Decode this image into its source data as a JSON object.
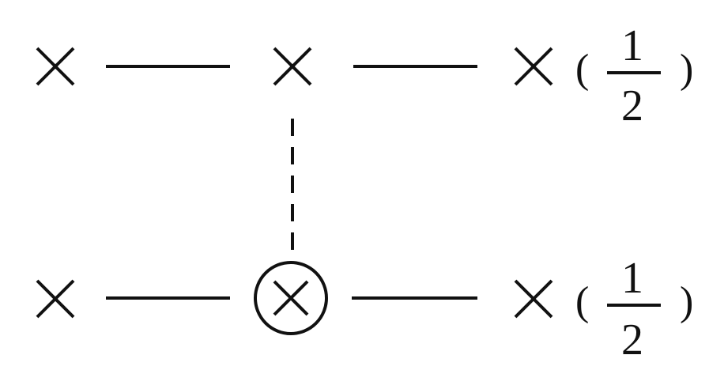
{
  "diagram": {
    "stroke_color": "#111111",
    "background": "#ffffff",
    "rows": [
      {
        "id": "top",
        "nodes": [
          {
            "id": "top-left",
            "symbol": "cross"
          },
          {
            "id": "top-middle",
            "symbol": "cross"
          },
          {
            "id": "top-right",
            "symbol": "cross"
          }
        ],
        "label": {
          "open": "(",
          "numerator": "1",
          "denominator": "2",
          "close": ")"
        }
      },
      {
        "id": "bottom",
        "nodes": [
          {
            "id": "bottom-left",
            "symbol": "cross"
          },
          {
            "id": "bottom-middle",
            "symbol": "circled-cross"
          },
          {
            "id": "bottom-right",
            "symbol": "cross"
          }
        ],
        "label": {
          "open": "(",
          "numerator": "1",
          "denominator": "2",
          "close": ")"
        }
      }
    ],
    "connections": [
      {
        "from": "top-left",
        "to": "top-middle",
        "style": "solid"
      },
      {
        "from": "top-middle",
        "to": "top-right",
        "style": "solid"
      },
      {
        "from": "bottom-left",
        "to": "bottom-middle",
        "style": "solid"
      },
      {
        "from": "bottom-middle",
        "to": "bottom-right",
        "style": "solid"
      },
      {
        "from": "top-middle",
        "to": "bottom-middle",
        "style": "dashed"
      }
    ]
  }
}
